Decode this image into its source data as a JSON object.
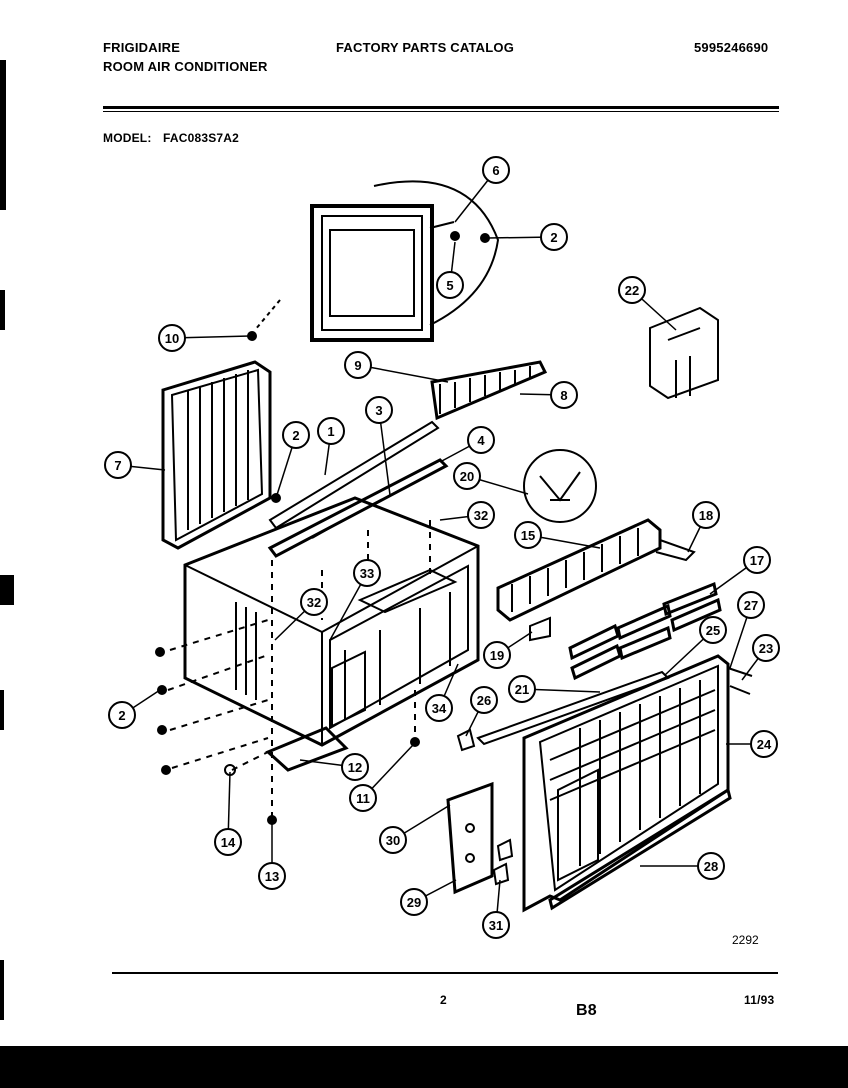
{
  "header": {
    "brand": "FRIGIDAIRE",
    "product": "ROOM AIR CONDITIONER",
    "catalog_title": "FACTORY PARTS CATALOG",
    "catalog_number": "5995246690",
    "model_label": "MODEL:",
    "model_value": "FAC083S7A2"
  },
  "diagram": {
    "callouts": [
      "1",
      "2",
      "3",
      "4",
      "5",
      "6",
      "7",
      "8",
      "9",
      "10",
      "11",
      "12",
      "13",
      "14",
      "15",
      "17",
      "18",
      "19",
      "20",
      "21",
      "22",
      "23",
      "24",
      "25",
      "26",
      "27",
      "28",
      "29",
      "30",
      "31",
      "32",
      "33",
      "34"
    ],
    "drawing_code": "2292"
  },
  "footer": {
    "page_number": "2",
    "section_code": "B8",
    "date": "11/93"
  }
}
